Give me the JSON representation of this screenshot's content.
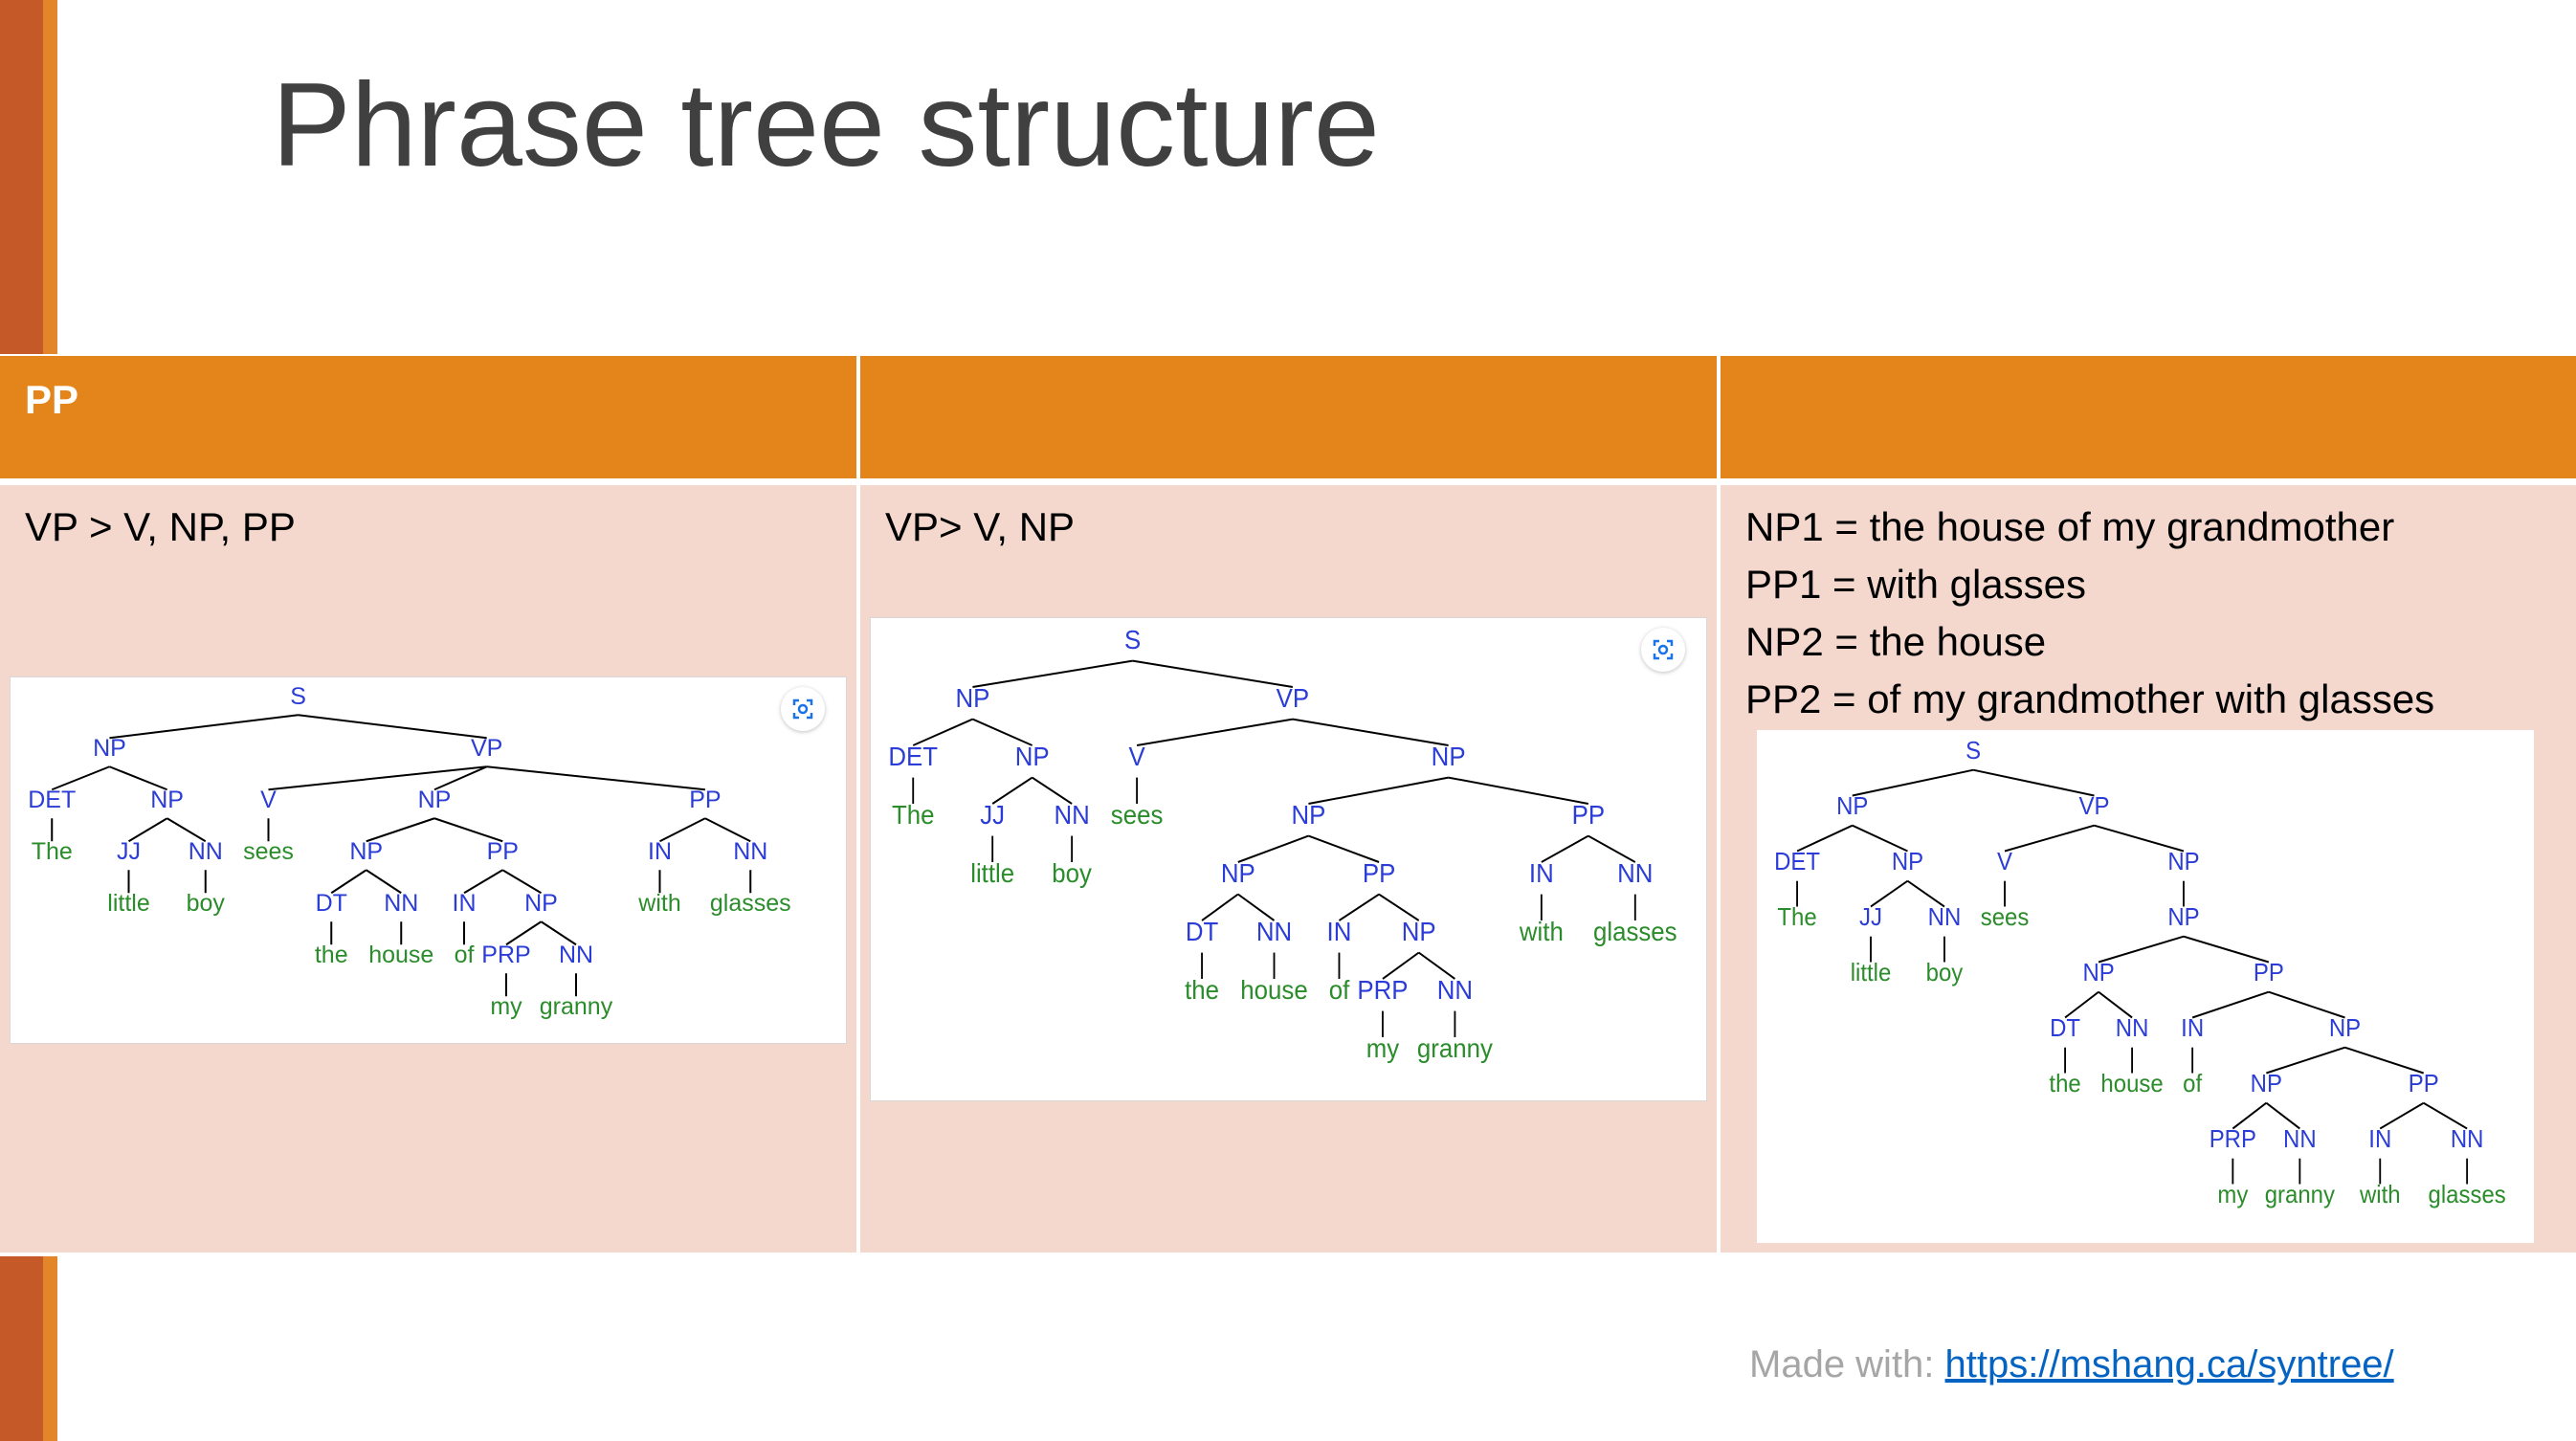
{
  "slide": {
    "title": "Phrase tree structure"
  },
  "table": {
    "header": [
      "PP",
      "",
      ""
    ],
    "col1": {
      "text": "VP > V, NP, PP"
    },
    "col2": {
      "text": "VP> V, NP"
    },
    "col3": {
      "lines": [
        "NP1 = the house of my grandmother",
        "PP1 = with glasses",
        "NP2 = the house",
        "PP2 = of my grandmother with glasses"
      ]
    }
  },
  "footer": {
    "made_with": "Made with:",
    "link_text": "https://mshang.ca/syntree/"
  },
  "trees": [
    {
      "label": "S",
      "children": [
        {
          "label": "NP",
          "children": [
            {
              "label": "DET",
              "children": [
                {
                  "word": "The"
                }
              ]
            },
            {
              "label": "NP",
              "children": [
                {
                  "label": "JJ",
                  "children": [
                    {
                      "word": "little"
                    }
                  ]
                },
                {
                  "label": "NN",
                  "children": [
                    {
                      "word": "boy"
                    }
                  ]
                }
              ]
            }
          ]
        },
        {
          "label": "VP",
          "children": [
            {
              "label": "V",
              "children": [
                {
                  "word": "sees"
                }
              ]
            },
            {
              "label": "NP",
              "children": [
                {
                  "label": "NP",
                  "children": [
                    {
                      "label": "DT",
                      "children": [
                        {
                          "word": "the"
                        }
                      ]
                    },
                    {
                      "label": "NN",
                      "children": [
                        {
                          "word": "house"
                        }
                      ]
                    }
                  ]
                },
                {
                  "label": "PP",
                  "children": [
                    {
                      "label": "IN",
                      "children": [
                        {
                          "word": "of"
                        }
                      ]
                    },
                    {
                      "label": "NP",
                      "children": [
                        {
                          "label": "PRP",
                          "children": [
                            {
                              "word": "my"
                            }
                          ]
                        },
                        {
                          "label": "NN",
                          "children": [
                            {
                              "word": "granny"
                            }
                          ]
                        }
                      ]
                    }
                  ]
                }
              ]
            },
            {
              "label": "PP",
              "children": [
                {
                  "label": "IN",
                  "children": [
                    {
                      "word": "with"
                    }
                  ]
                },
                {
                  "label": "NN",
                  "children": [
                    {
                      "word": "glasses"
                    }
                  ]
                }
              ]
            }
          ]
        }
      ]
    },
    {
      "label": "S",
      "children": [
        {
          "label": "NP",
          "children": [
            {
              "label": "DET",
              "children": [
                {
                  "word": "The"
                }
              ]
            },
            {
              "label": "NP",
              "children": [
                {
                  "label": "JJ",
                  "children": [
                    {
                      "word": "little"
                    }
                  ]
                },
                {
                  "label": "NN",
                  "children": [
                    {
                      "word": "boy"
                    }
                  ]
                }
              ]
            }
          ]
        },
        {
          "label": "VP",
          "children": [
            {
              "label": "V",
              "children": [
                {
                  "word": "sees"
                }
              ]
            },
            {
              "label": "NP",
              "children": [
                {
                  "label": "NP",
                  "children": [
                    {
                      "label": "NP",
                      "children": [
                        {
                          "label": "DT",
                          "children": [
                            {
                              "word": "the"
                            }
                          ]
                        },
                        {
                          "label": "NN",
                          "children": [
                            {
                              "word": "house"
                            }
                          ]
                        }
                      ]
                    },
                    {
                      "label": "PP",
                      "children": [
                        {
                          "label": "IN",
                          "children": [
                            {
                              "word": "of"
                            }
                          ]
                        },
                        {
                          "label": "NP",
                          "children": [
                            {
                              "label": "PRP",
                              "children": [
                                {
                                  "word": "my"
                                }
                              ]
                            },
                            {
                              "label": "NN",
                              "children": [
                                {
                                  "word": "granny"
                                }
                              ]
                            }
                          ]
                        }
                      ]
                    }
                  ]
                },
                {
                  "label": "PP",
                  "children": [
                    {
                      "label": "IN",
                      "children": [
                        {
                          "word": "with"
                        }
                      ]
                    },
                    {
                      "label": "NN",
                      "children": [
                        {
                          "word": "glasses"
                        }
                      ]
                    }
                  ]
                }
              ]
            }
          ]
        }
      ]
    },
    {
      "label": "S",
      "children": [
        {
          "label": "NP",
          "children": [
            {
              "label": "DET",
              "children": [
                {
                  "word": "The"
                }
              ]
            },
            {
              "label": "NP",
              "children": [
                {
                  "label": "JJ",
                  "children": [
                    {
                      "word": "little"
                    }
                  ]
                },
                {
                  "label": "NN",
                  "children": [
                    {
                      "word": "boy"
                    }
                  ]
                }
              ]
            }
          ]
        },
        {
          "label": "VP",
          "children": [
            {
              "label": "V",
              "children": [
                {
                  "word": "sees"
                }
              ]
            },
            {
              "label": "NP",
              "children": [
                {
                  "label": "NP",
                  "children": [
                    {
                      "label": "NP",
                      "children": [
                        {
                          "label": "DT",
                          "children": [
                            {
                              "word": "the"
                            }
                          ]
                        },
                        {
                          "label": "NN",
                          "children": [
                            {
                              "word": "house"
                            }
                          ]
                        }
                      ]
                    },
                    {
                      "label": "PP",
                      "children": [
                        {
                          "label": "IN",
                          "children": [
                            {
                              "word": "of"
                            }
                          ]
                        },
                        {
                          "label": "NP",
                          "children": [
                            {
                              "label": "NP",
                              "children": [
                                {
                                  "label": "PRP",
                                  "children": [
                                    {
                                      "word": "my"
                                    }
                                  ]
                                },
                                {
                                  "label": "NN",
                                  "children": [
                                    {
                                      "word": "granny"
                                    }
                                  ]
                                }
                              ]
                            },
                            {
                              "label": "PP",
                              "children": [
                                {
                                  "label": "IN",
                                  "children": [
                                    {
                                      "word": "with"
                                    }
                                  ]
                                },
                                {
                                  "label": "NN",
                                  "children": [
                                    {
                                      "word": "glasses"
                                    }
                                  ]
                                }
                              ]
                            }
                          ]
                        }
                      ]
                    }
                  ]
                }
              ]
            }
          ]
        }
      ]
    }
  ],
  "colors": {
    "accent_orange": "#e3851a",
    "accent_dark": "#c55a28",
    "cell_fill": "#f5d8cd",
    "node_label": "#2b3dd6",
    "leaf_word": "#2a8c2a",
    "link": "#0563c1"
  }
}
